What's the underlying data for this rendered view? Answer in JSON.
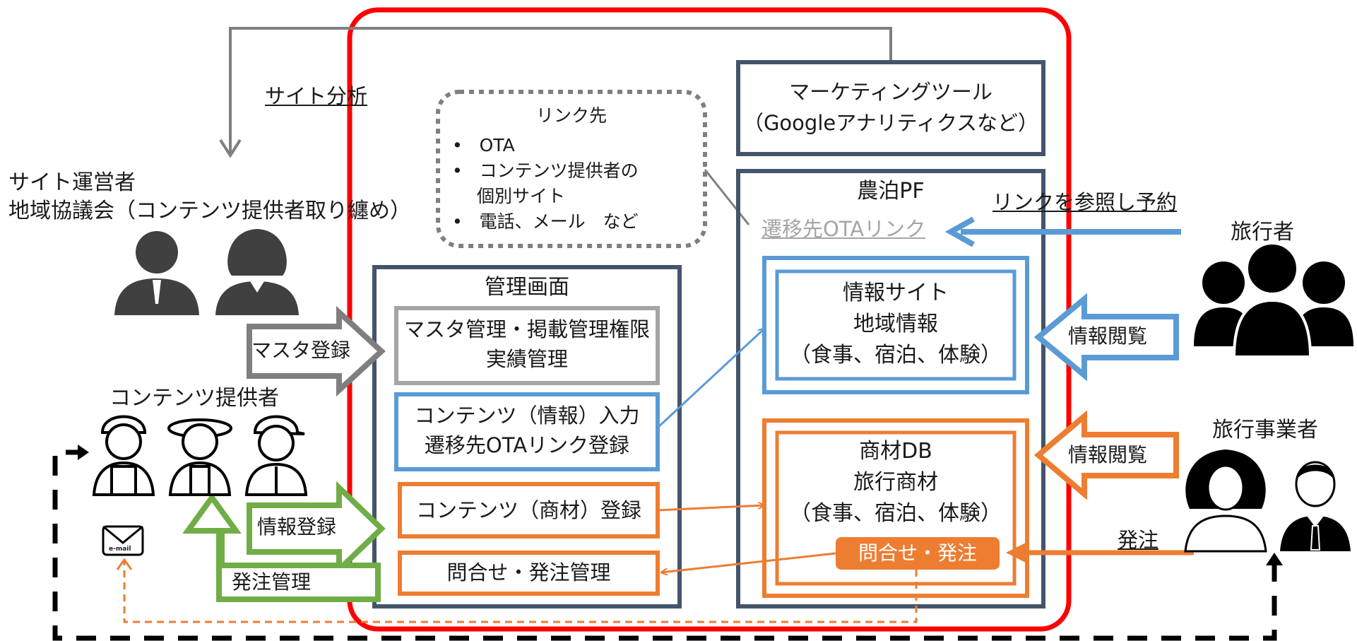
{
  "labels": {
    "site_analysis": "サイト分析",
    "operator_line1": "サイト運営者",
    "operator_line2": "地域協議会（コンテンツ提供者取り纏め）",
    "content_provider": "コンテンツ提供者",
    "master_registration": "マスタ登録",
    "info_registration": "情報登録",
    "order_management": "発注管理",
    "link_reserve": "リンクを参照し予約",
    "traveler": "旅行者",
    "travel_agency": "旅行事業者",
    "info_view": "情報閲覧",
    "order": "発注",
    "email_icon_text": "e-mail"
  },
  "link_dest": {
    "title": "リンク先",
    "items": [
      "OTA",
      "コンテンツ提供者の",
      "個別サイト",
      "電話、メール　など"
    ]
  },
  "marketing": {
    "line1": "マーケティングツール",
    "line2": "（Googleアナリティクスなど）"
  },
  "admin": {
    "title": "管理画面",
    "master_line1": "マスタ管理・掲載管理権限",
    "master_line2": "実績管理",
    "content_line1": "コンテンツ（情報）入力",
    "content_line2": "遷移先OTAリンク登録",
    "product_reg": "コンテンツ（商材）登録",
    "inquiry_mgmt": "問合せ・発注管理"
  },
  "pf": {
    "title": "農泊PF",
    "ota_link": "遷移先OTAリンク",
    "info_line1": "情報サイト",
    "info_line2": "地域情報",
    "info_line3": "（食事、宿泊、体験）",
    "db_line1": "商材DB",
    "db_line2": "旅行商材",
    "db_line3": "（食事、宿泊、体験）",
    "inquiry_button": "問合せ・発注"
  },
  "colors": {
    "red": "#ff0000",
    "navy": "#44546a",
    "blue": "#5b9bd5",
    "orange": "#ed7d31",
    "green": "#70ad47",
    "gray": "#a5a5a5",
    "dark": "#404040"
  }
}
